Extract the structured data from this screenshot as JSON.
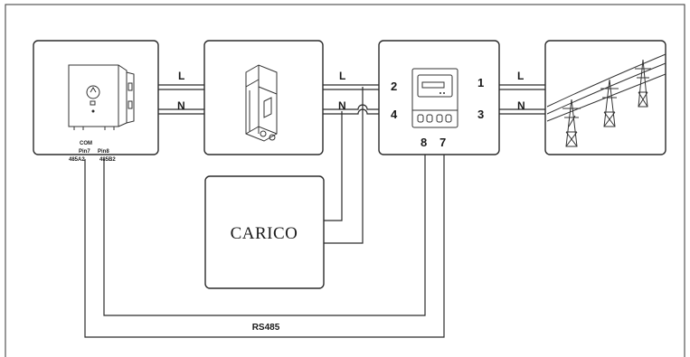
{
  "wire_labels": {
    "inverter_out_l": "L",
    "inverter_out_n": "N",
    "breaker_out_l": "L",
    "breaker_out_n": "N",
    "grid_l": "L",
    "grid_n": "N"
  },
  "meter_terminals": {
    "t2": "2",
    "t4": "4",
    "t1": "1",
    "t3": "3",
    "t8": "8",
    "t7": "7"
  },
  "inverter": {
    "com_label": "COM",
    "pin7_label": "Pin7",
    "pin8_label": "Pin8",
    "rs485a_label": "485A2",
    "rs485b_label": "485B2"
  },
  "load": {
    "label": "CARICO"
  },
  "bus": {
    "label": "RS485"
  },
  "icons": {
    "inverter": "solar-inverter-icon",
    "breaker": "circuit-breaker-icon",
    "meter": "energy-meter-icon",
    "grid": "power-grid-tower-icon"
  },
  "colors": {
    "line": "#2b2b2b",
    "background": "#ffffff"
  }
}
